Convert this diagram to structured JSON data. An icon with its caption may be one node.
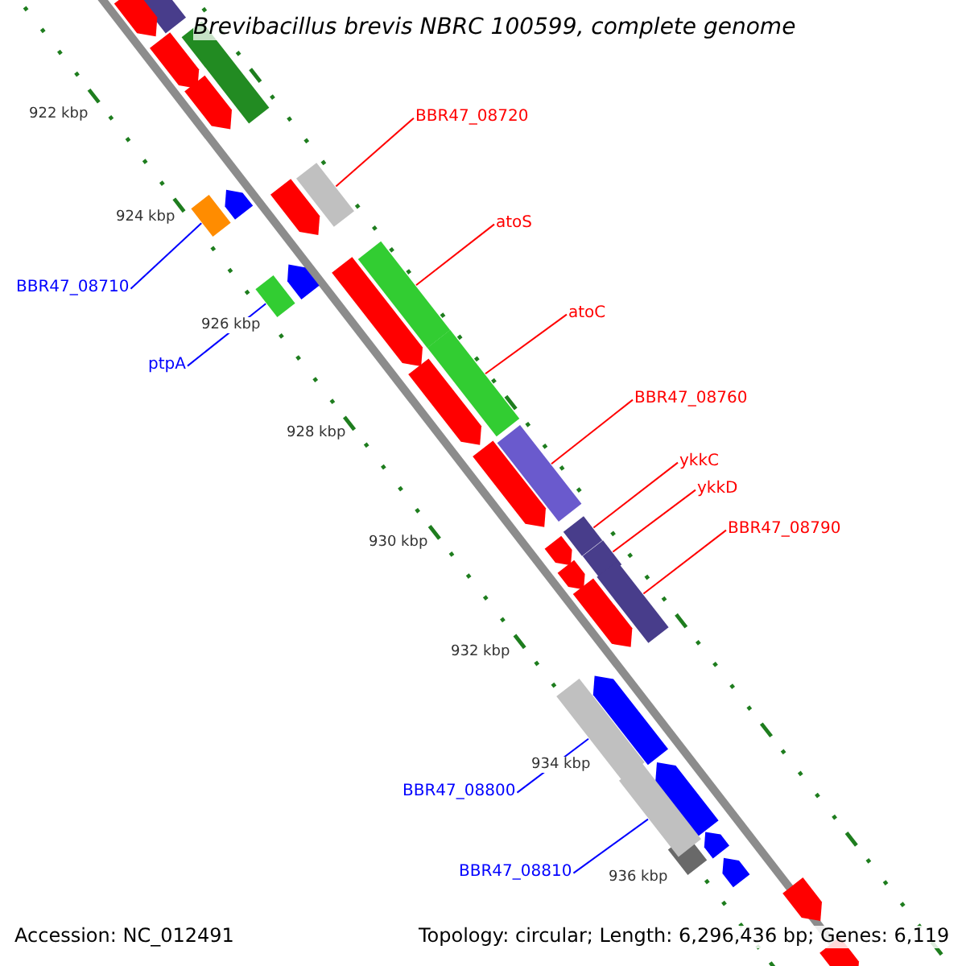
{
  "diagram": {
    "title": "Brevibacillus brevis NBRC 100599, complete genome",
    "nodes": [
      {
        "text": [
          "BBR47_08720"
        ]
      },
      {
        "text": [],
        "shape": "bar"
      },
      {
        "text": [
          "BBR47_08710"
        ]
      },
      {
        "text": [],
        "shape": "bar"
      },
      {
        "text": [
          "atoS"
        ]
      },
      {
        "text": [],
        "shape": "bar"
      },
      {
        "text": [
          "ptpA"
        ]
      },
      {
        "text": [],
        "shape": "bar"
      },
      {
        "text": [
          "atoC"
        ]
      },
      {
        "text": [],
        "shape": "bar"
      },
      {
        "text": [
          "BBR47_08760"
        ]
      },
      {
        "text": [],
        "shape": "bar"
      },
      {
        "text": [
          "ykkC"
        ]
      },
      {
        "text": [],
        "shape": "bar"
      },
      {
        "text": [
          "ykkD"
        ]
      },
      {
        "text": [],
        "shape": "bar"
      },
      {
        "text": [
          "BBR47_08790"
        ]
      },
      {
        "text": [],
        "shape": "bar"
      },
      {
        "text": [
          "BBR47_08800"
        ]
      },
      {
        "text": [],
        "shape": "bar"
      },
      {
        "text": [
          "BBR47_08810"
        ]
      },
      {
        "text": [],
        "shape": "bar"
      }
    ],
    "edges": [
      {
        "from": 0,
        "to": 1,
        "arrow": "none",
        "color": "#ff0000"
      },
      {
        "from": 2,
        "to": 3,
        "arrow": "none",
        "color": "#0000ff"
      },
      {
        "from": 4,
        "to": 5,
        "arrow": "none",
        "color": "#ff0000"
      },
      {
        "from": 6,
        "to": 7,
        "arrow": "none",
        "color": "#0000ff"
      },
      {
        "from": 8,
        "to": 9,
        "arrow": "none",
        "color": "#ff0000"
      },
      {
        "from": 10,
        "to": 11,
        "arrow": "none",
        "color": "#ff0000"
      },
      {
        "from": 12,
        "to": 13,
        "arrow": "none",
        "color": "#ff0000"
      },
      {
        "from": 14,
        "to": 15,
        "arrow": "none",
        "color": "#ff0000"
      },
      {
        "from": 16,
        "to": 17,
        "arrow": "none",
        "color": "#ff0000"
      },
      {
        "from": 18,
        "to": 19,
        "arrow": "none",
        "color": "#0000ff"
      },
      {
        "from": 20,
        "to": 21,
        "arrow": "none",
        "color": "#0000ff"
      }
    ],
    "labels": [
      "922 kbp",
      "924 kbp",
      "926 kbp",
      "928 kbp",
      "930 kbp",
      "932 kbp",
      "934 kbp",
      "936 kbp",
      "Accession: NC_012491",
      "Topology: circular; Length: 6,296,436 bp; Genes: 6,119"
    ]
  }
}
